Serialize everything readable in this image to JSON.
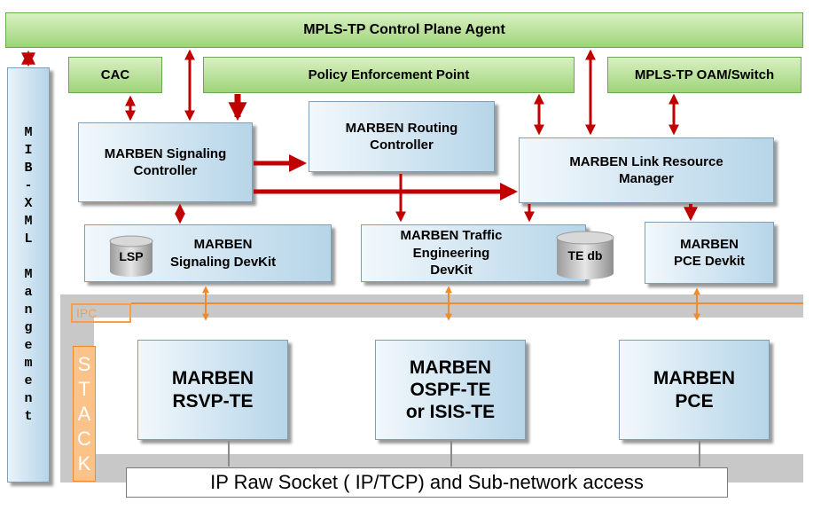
{
  "labels": {
    "control_plane": "MPLS-TP Control Plane Agent",
    "mib": "M\nI\nB\n-\nX\nM\nL\n\nM\na\nn\ng\ne\nm\ne\nn\nt",
    "cac": "CAC",
    "pep": "Policy Enforcement Point",
    "oam": "MPLS-TP OAM/Switch",
    "signaling_controller": "MARBEN Signaling Controller",
    "routing_controller": "MARBEN Routing Controller",
    "link_manager": "MARBEN Link Resource Manager",
    "signaling_devkit": "MARBEN\nSignaling DevKit",
    "lsp": "LSP",
    "te_devkit": "MARBEN Traffic Engineering DevKit",
    "te_db": "TE db",
    "pce_devkit": "MARBEN PCE Devkit",
    "ipc": "IPC",
    "stack": "S\nT\nA\nC\nK",
    "rsvp": "MARBEN RSVP-TE",
    "ospf": "MARBEN OSPF-TE or ISIS-TE",
    "pce": "MARBEN PCE",
    "raw_socket": "IP Raw Socket ( IP/TCP) and Sub-network access"
  },
  "colors": {
    "arrow": "#c00000",
    "orange": "#f5a048",
    "green_fill": "#9fd47a",
    "blue_fill": "#b6d5e8"
  }
}
